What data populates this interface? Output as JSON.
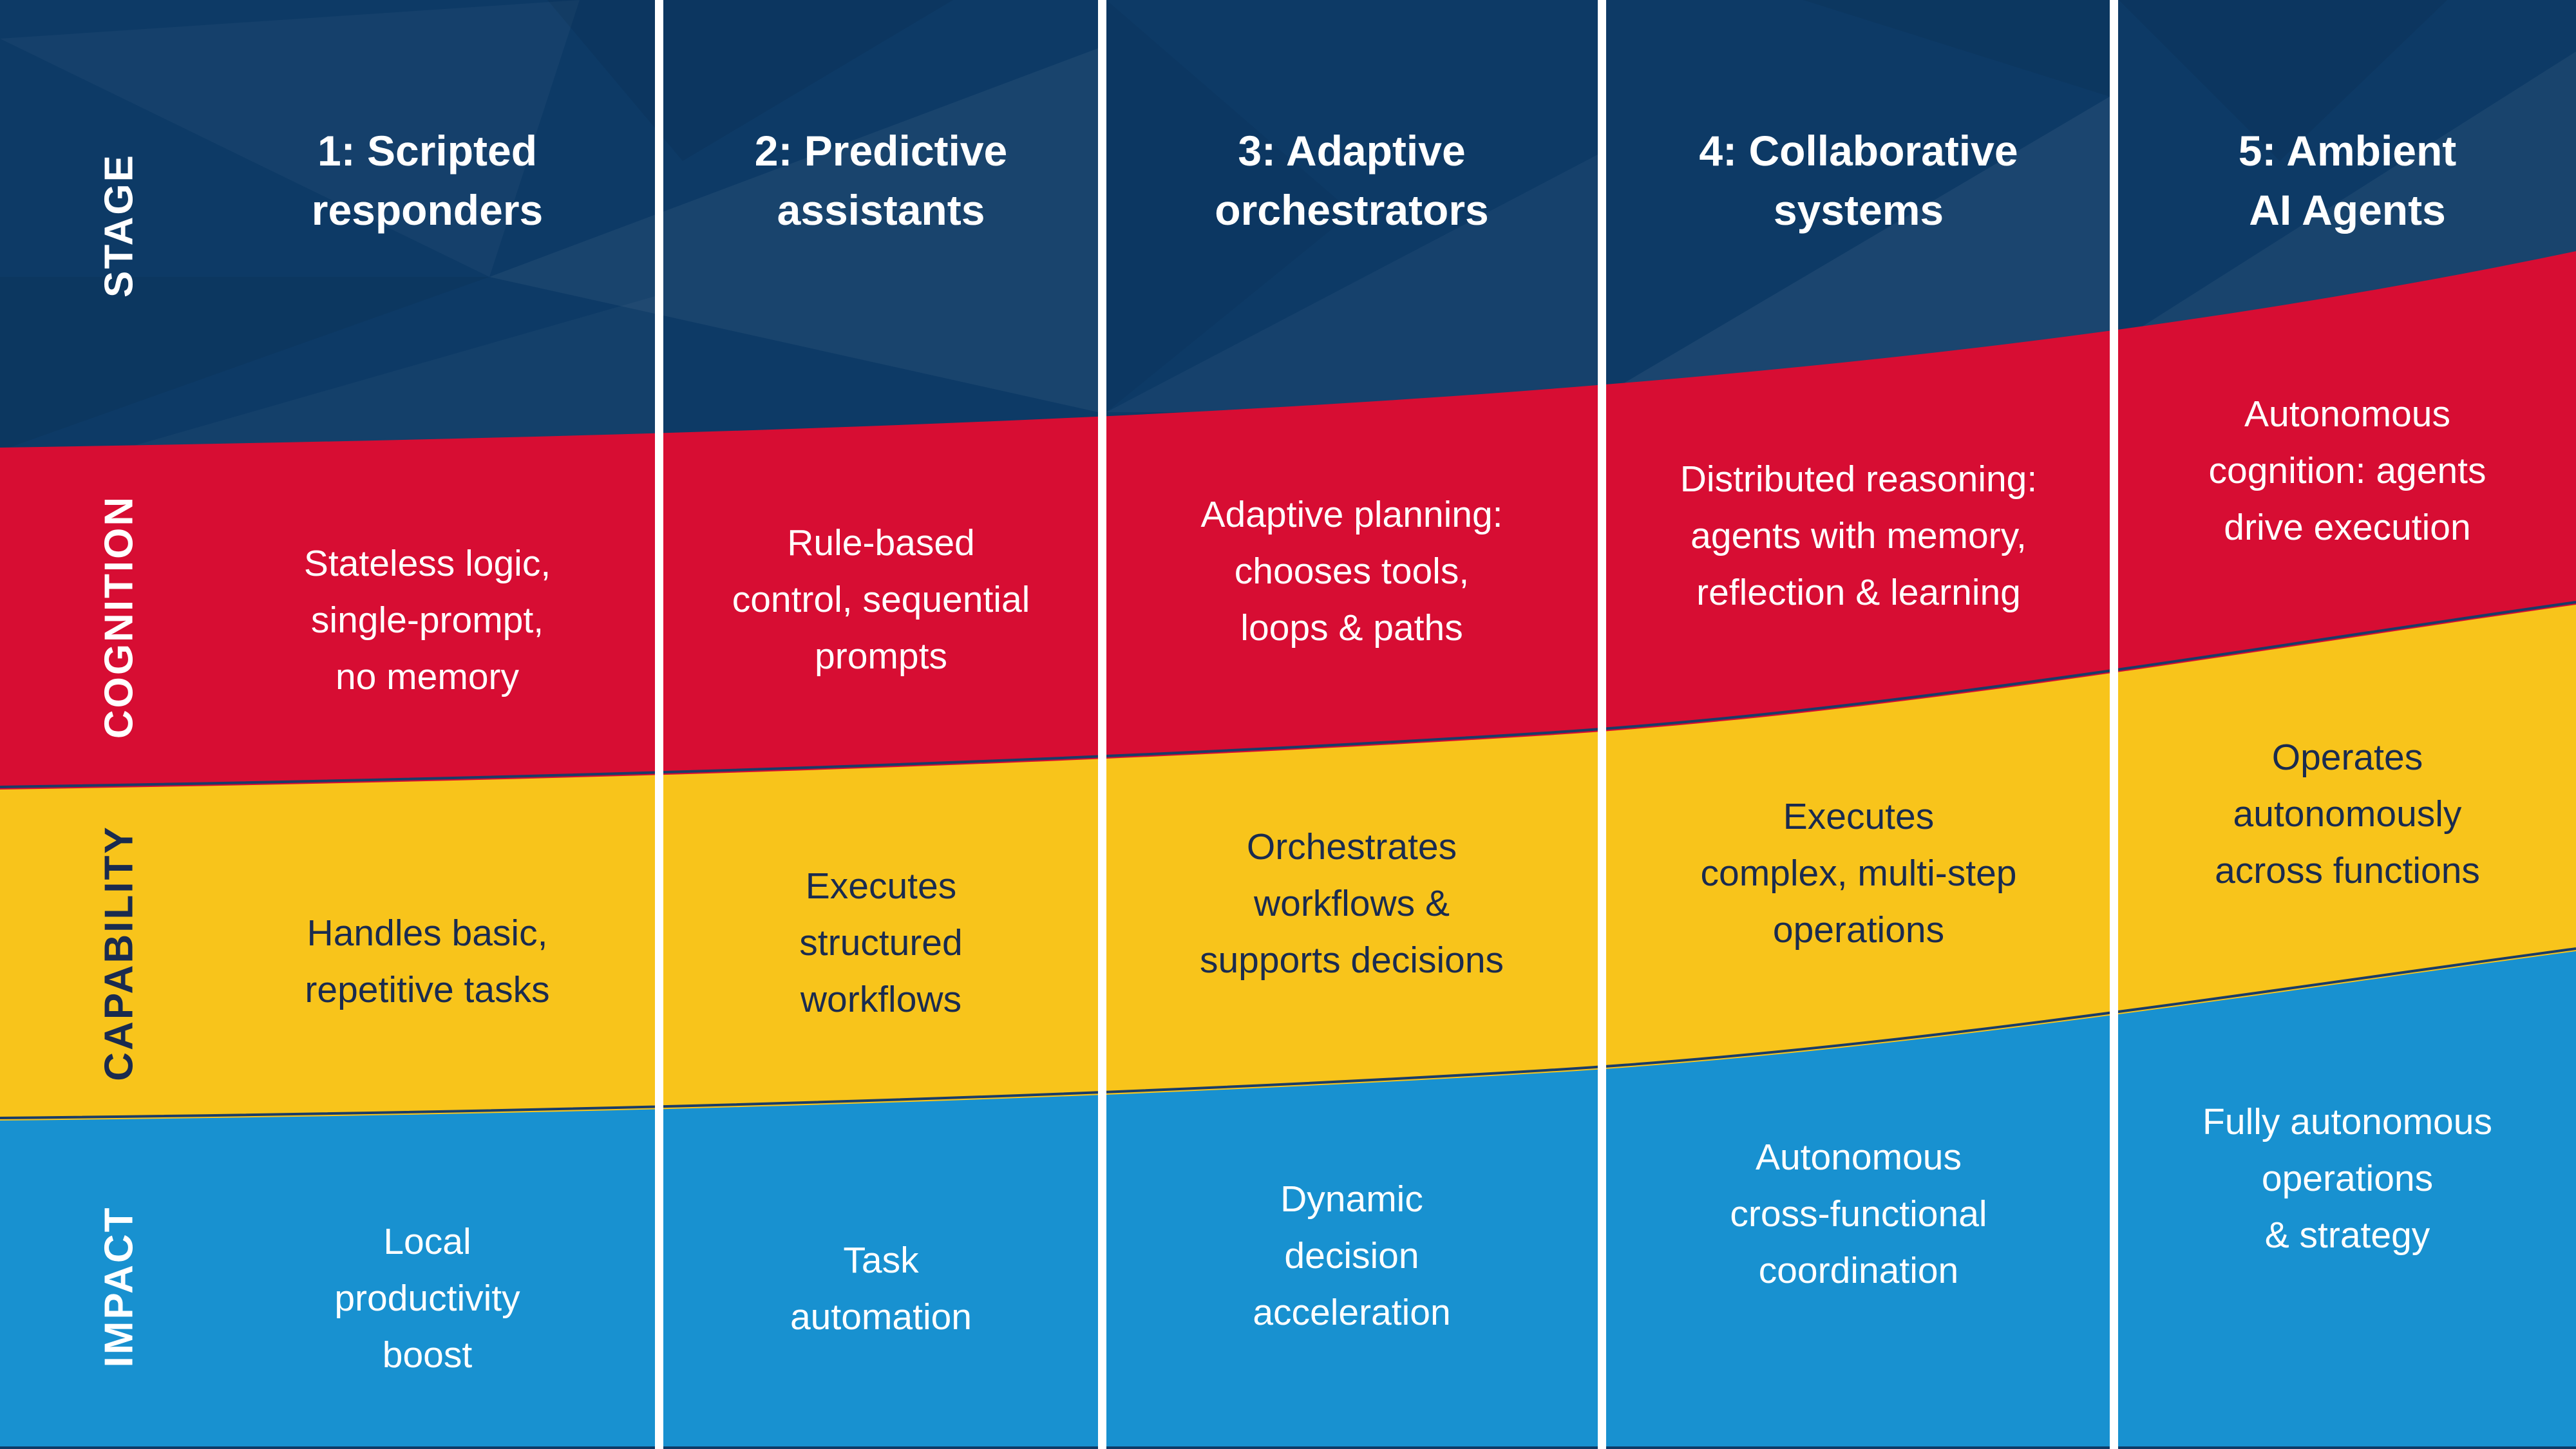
{
  "title": "AI agent maturity stages matrix",
  "colors": {
    "navy": "#0d3a66",
    "red": "#d70d33",
    "yellow": "#f8c41b",
    "blue": "#1891d0",
    "divider": "#ffffff",
    "edge_line": "#1a3c67",
    "capability_text": "#1a2b4f",
    "light_text": "#ffffff"
  },
  "row_labels": {
    "stage": "STAGE",
    "cognition": "COGNITION",
    "capability": "CAPABILITY",
    "impact": "IMPACT"
  },
  "columns": [
    {
      "header": "1: Scripted\nresponders",
      "cognition": "Stateless logic,\nsingle-prompt,\nno memory",
      "capability": "Handles basic,\nrepetitive tasks",
      "impact": "Local\nproductivity\nboost"
    },
    {
      "header": "2: Predictive\nassistants",
      "cognition": "Rule-based\ncontrol, sequential\nprompts",
      "capability": "Executes\nstructured\nworkflows",
      "impact": "Task\nautomation"
    },
    {
      "header": "3: Adaptive\norchestrators",
      "cognition": "Adaptive planning:\nchooses tools,\nloops & paths",
      "capability": "Orchestrates\nworkflows &\nsupports decisions",
      "impact": "Dynamic\ndecision\nacceleration"
    },
    {
      "header": "4: Collaborative\nsystems",
      "cognition": "Distributed reasoning:\nagents with memory,\nreflection & learning",
      "capability": "Executes\ncomplex, multi-step\noperations",
      "impact": "Autonomous\ncross-functional\ncoordination"
    },
    {
      "header": "5: Ambient\nAI Agents",
      "cognition": "Autonomous\ncognition: agents\ndrive execution",
      "capability": "Operates\nautonomously\nacross functions",
      "impact": "Fully autonomous\noperations\n& strategy"
    }
  ]
}
